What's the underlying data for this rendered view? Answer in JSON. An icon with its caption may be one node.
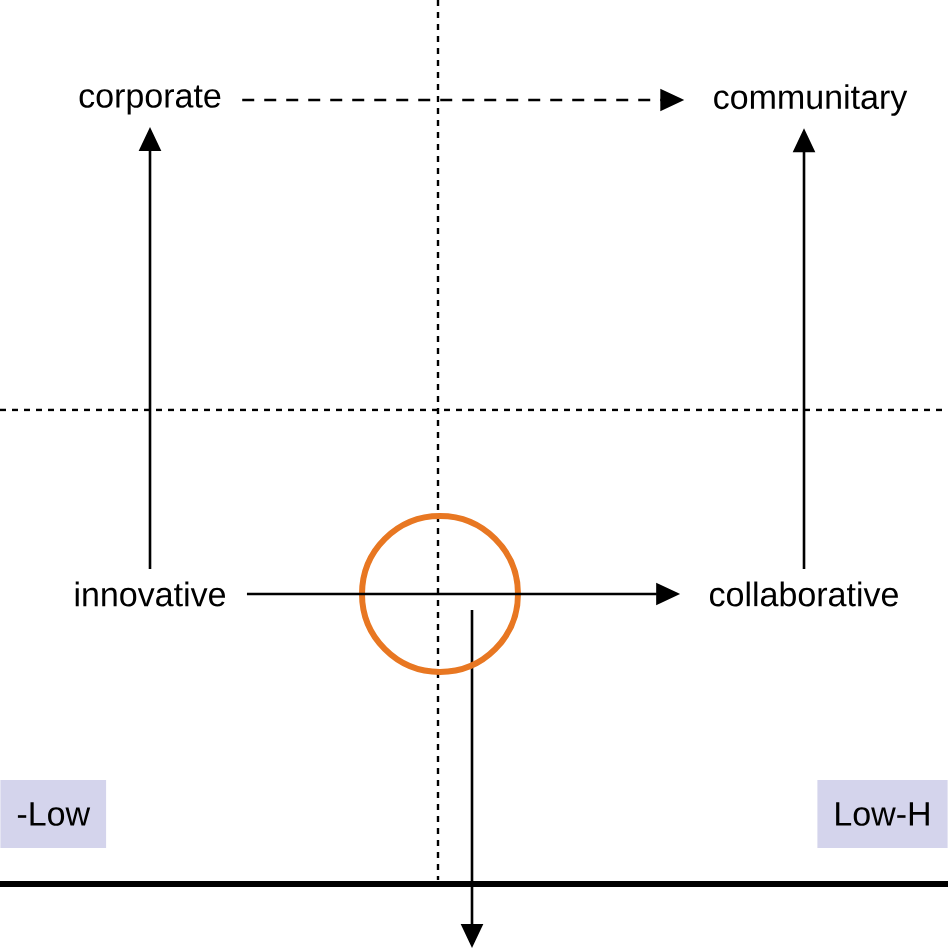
{
  "diagram": {
    "nodes": [
      {
        "text": [
          "corporate"
        ]
      },
      {
        "text": [
          "communitary"
        ]
      },
      {
        "text": [
          "innovative"
        ]
      },
      {
        "text": [
          "collaborative"
        ]
      },
      {
        "text": [
          "-Low"
        ]
      },
      {
        "text": [
          "Low-H"
        ]
      }
    ],
    "edges": [
      {
        "from": 2,
        "to": 0,
        "arrow": "to"
      },
      {
        "from": 3,
        "to": 1,
        "arrow": "to"
      },
      {
        "from": 0,
        "to": 1,
        "arrow": "to",
        "style": "dashed"
      },
      {
        "from": 2,
        "to": 3,
        "arrow": "to"
      }
    ]
  }
}
